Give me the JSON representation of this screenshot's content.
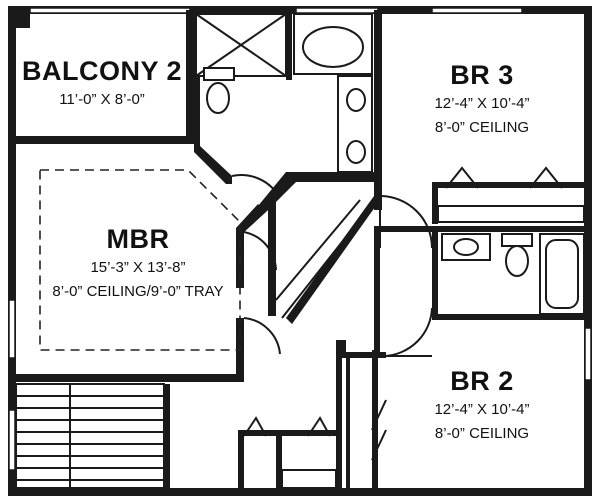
{
  "rooms": {
    "balcony2": {
      "name": "BALCONY 2",
      "dims": "11’-0” X 8’-0”"
    },
    "br3": {
      "name": "BR 3",
      "dims": "12’-4” X 10’-4”",
      "ceiling": "8’-0” CEILING"
    },
    "mbr": {
      "name": "MBR",
      "dims": "15’-3” X 13’-8”",
      "ceiling": "8’-0” CEILING/9’-0” TRAY"
    },
    "br2": {
      "name": "BR 2",
      "dims": "12’-4” X 10’-4”",
      "ceiling": "8’-0” CEILING"
    }
  }
}
